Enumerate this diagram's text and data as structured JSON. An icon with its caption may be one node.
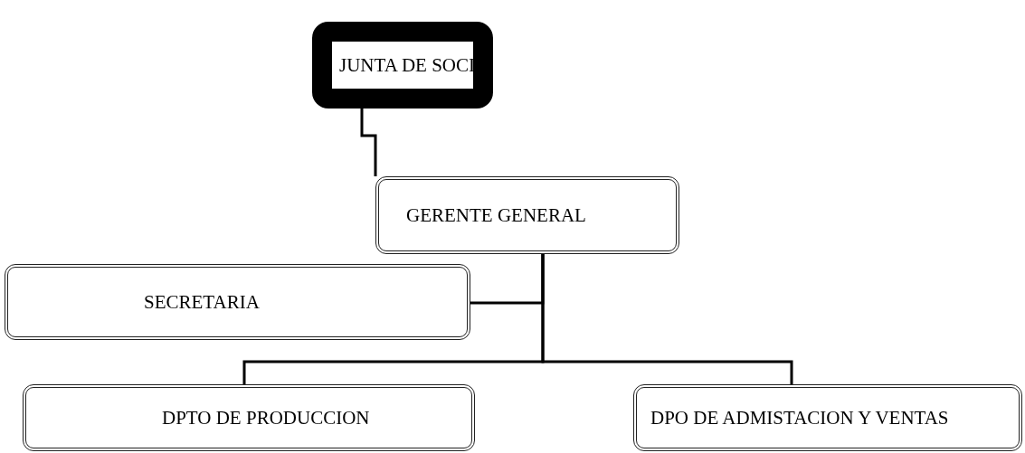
{
  "diagram": {
    "nodes": [
      {
        "text": [
          "JUNTA DE SOCI"
        ]
      },
      {
        "text": [
          "GERENTE GENERAL"
        ]
      },
      {
        "text": [
          "SECRETARIA"
        ]
      },
      {
        "text": [
          "DPTO DE PRODUCCION"
        ]
      },
      {
        "text": [
          "DPO DE ADMISTACION Y VENTAS"
        ]
      }
    ],
    "edges": [
      {
        "from": 0,
        "to": 1,
        "arrow": "none"
      },
      {
        "from": 1,
        "to": 2,
        "arrow": "none"
      },
      {
        "from": 1,
        "to": 3,
        "arrow": "none"
      },
      {
        "from": 1,
        "to": 4,
        "arrow": "none"
      }
    ]
  }
}
